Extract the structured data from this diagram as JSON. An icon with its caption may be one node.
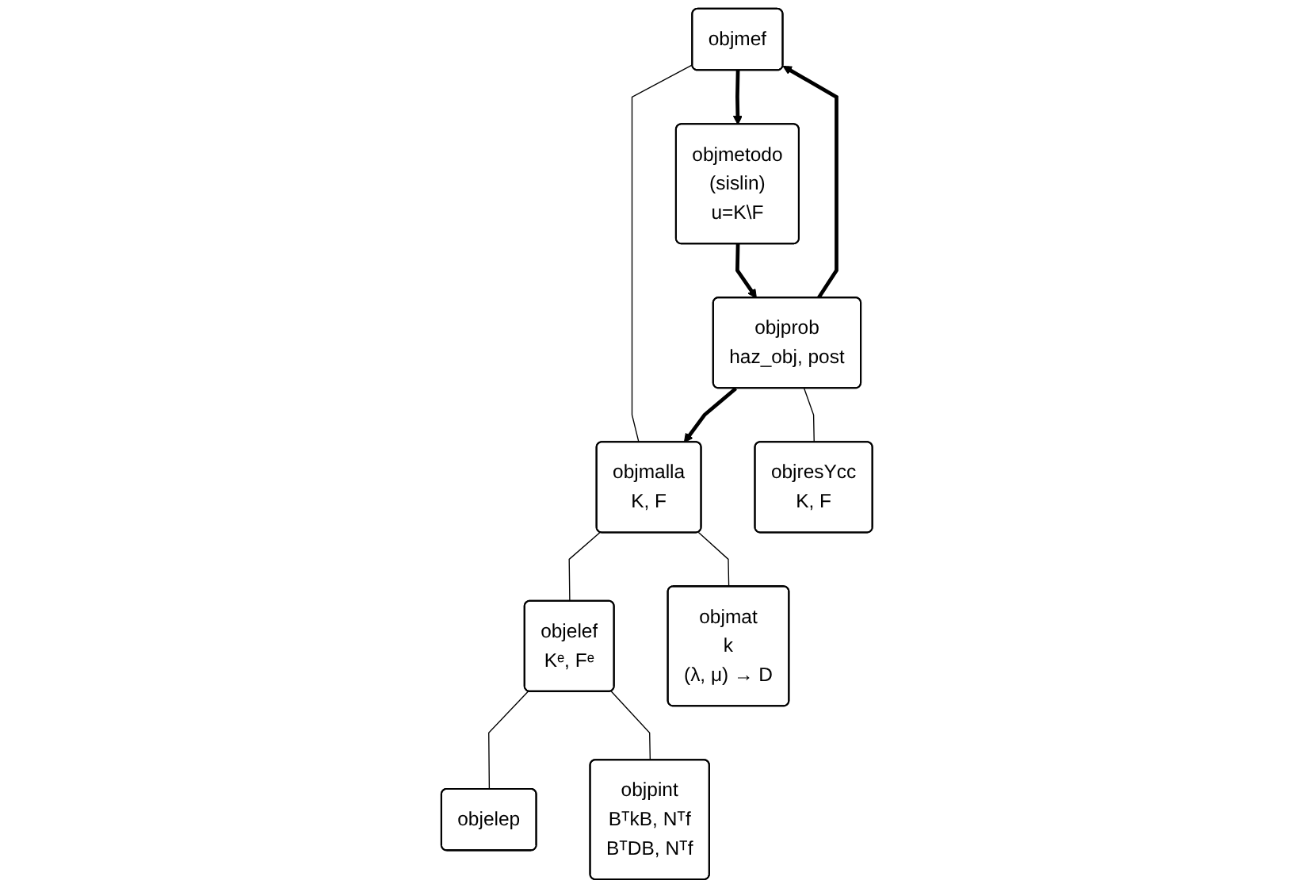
{
  "diagram": {
    "nodes": [
      {
        "text": [
          "objmef"
        ]
      },
      {
        "text": [
          "objmetodo",
          "(sislin)",
          "u=K\\F"
        ]
      },
      {
        "text": [
          "objprob",
          "haz_obj, post"
        ]
      },
      {
        "text": [
          "objmalla",
          "K, F"
        ]
      },
      {
        "text": [
          "objresYcc",
          "K, F"
        ]
      },
      {
        "text": [
          "objelef",
          "Kᵉ, Fᵉ"
        ]
      },
      {
        "text": [
          "objmat",
          "k",
          "(λ, μ) → D"
        ]
      },
      {
        "text": [
          "objelep"
        ]
      },
      {
        "text": [
          "objpint",
          "BᵀkB, Nᵀf",
          "BᵀDB, Nᵀf"
        ]
      }
    ],
    "edges": [
      {
        "from": 0,
        "to": 1,
        "arrow": "to",
        "style": "thick"
      },
      {
        "from": 0,
        "to": 3,
        "arrow": "none"
      },
      {
        "from": 2,
        "to": 0,
        "arrow": "to",
        "style": "thick"
      },
      {
        "from": 1,
        "to": 2,
        "arrow": "to",
        "style": "thick"
      },
      {
        "from": 2,
        "to": 3,
        "arrow": "to",
        "style": "thick"
      },
      {
        "from": 2,
        "to": 4,
        "arrow": "none"
      },
      {
        "from": 3,
        "to": 5,
        "arrow": "none"
      },
      {
        "from": 3,
        "to": 6,
        "arrow": "none"
      },
      {
        "from": 5,
        "to": 7,
        "arrow": "none"
      },
      {
        "from": 5,
        "to": 8,
        "arrow": "none"
      }
    ]
  }
}
